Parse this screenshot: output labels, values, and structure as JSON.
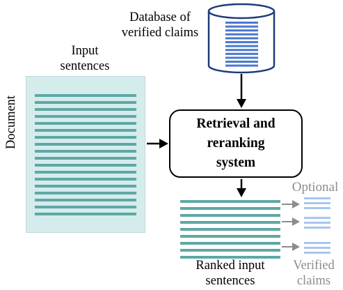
{
  "database": {
    "label_line1": "Database of",
    "label_line2": "verified claims",
    "line_count": 12
  },
  "document": {
    "label": "Document",
    "input_label_line1": "Input",
    "input_label_line2": "sentences",
    "line_count": 18
  },
  "system": {
    "line1": "Retrieval and",
    "line2": "reranking",
    "line3": "system"
  },
  "ranked": {
    "label_line1": "Ranked input",
    "label_line2": "sentences",
    "line_count": 9
  },
  "verified": {
    "optional_label": "Optional",
    "label_line1": "Verified",
    "label_line2": "claims"
  },
  "colors": {
    "document_fill": "#d5eced",
    "sentence_line": "#5fa8a4",
    "database_line": "#4a78cf",
    "database_outline": "#1f3a7a",
    "claim_line": "#a8c6f0",
    "optional_arrow": "#8c8c8c"
  }
}
